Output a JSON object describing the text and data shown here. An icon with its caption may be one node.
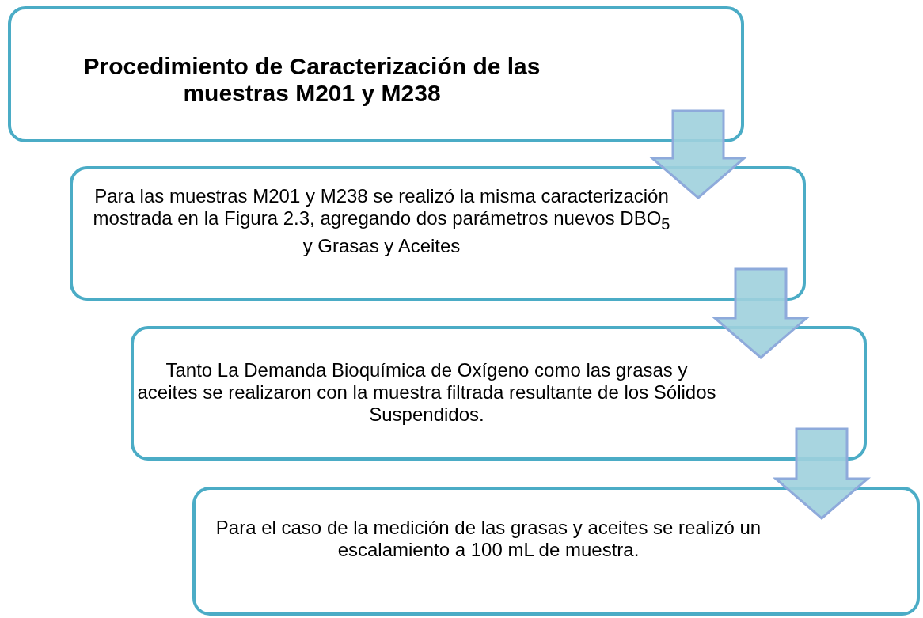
{
  "diagram": {
    "nodes": [
      {
        "text": [
          "Procedimiento de Caracterización de las muestras M201 y M238"
        ]
      },
      {
        "text": [
          "Para las muestras M201 y M238 se realizó la misma caracterización mostrada en la Figura 2.3, agregando dos parámetros nuevos DBO$_{5}$ y Grasas y Aceites"
        ]
      },
      {
        "text": [
          "Tanto La Demanda Bioquímica de Oxígeno como las grasas y aceites  se realizaron con la muestra filtrada resultante de los Sólidos Suspendidos."
        ]
      },
      {
        "text": [
          "Para el caso de la medición de las grasas y aceites se realizó un escalamiento a 100 mL de muestra."
        ]
      }
    ],
    "edges": [
      {
        "from": 0,
        "to": 1,
        "arrow": "to"
      },
      {
        "from": 1,
        "to": 2,
        "arrow": "to"
      },
      {
        "from": 2,
        "to": 3,
        "arrow": "to"
      }
    ]
  }
}
